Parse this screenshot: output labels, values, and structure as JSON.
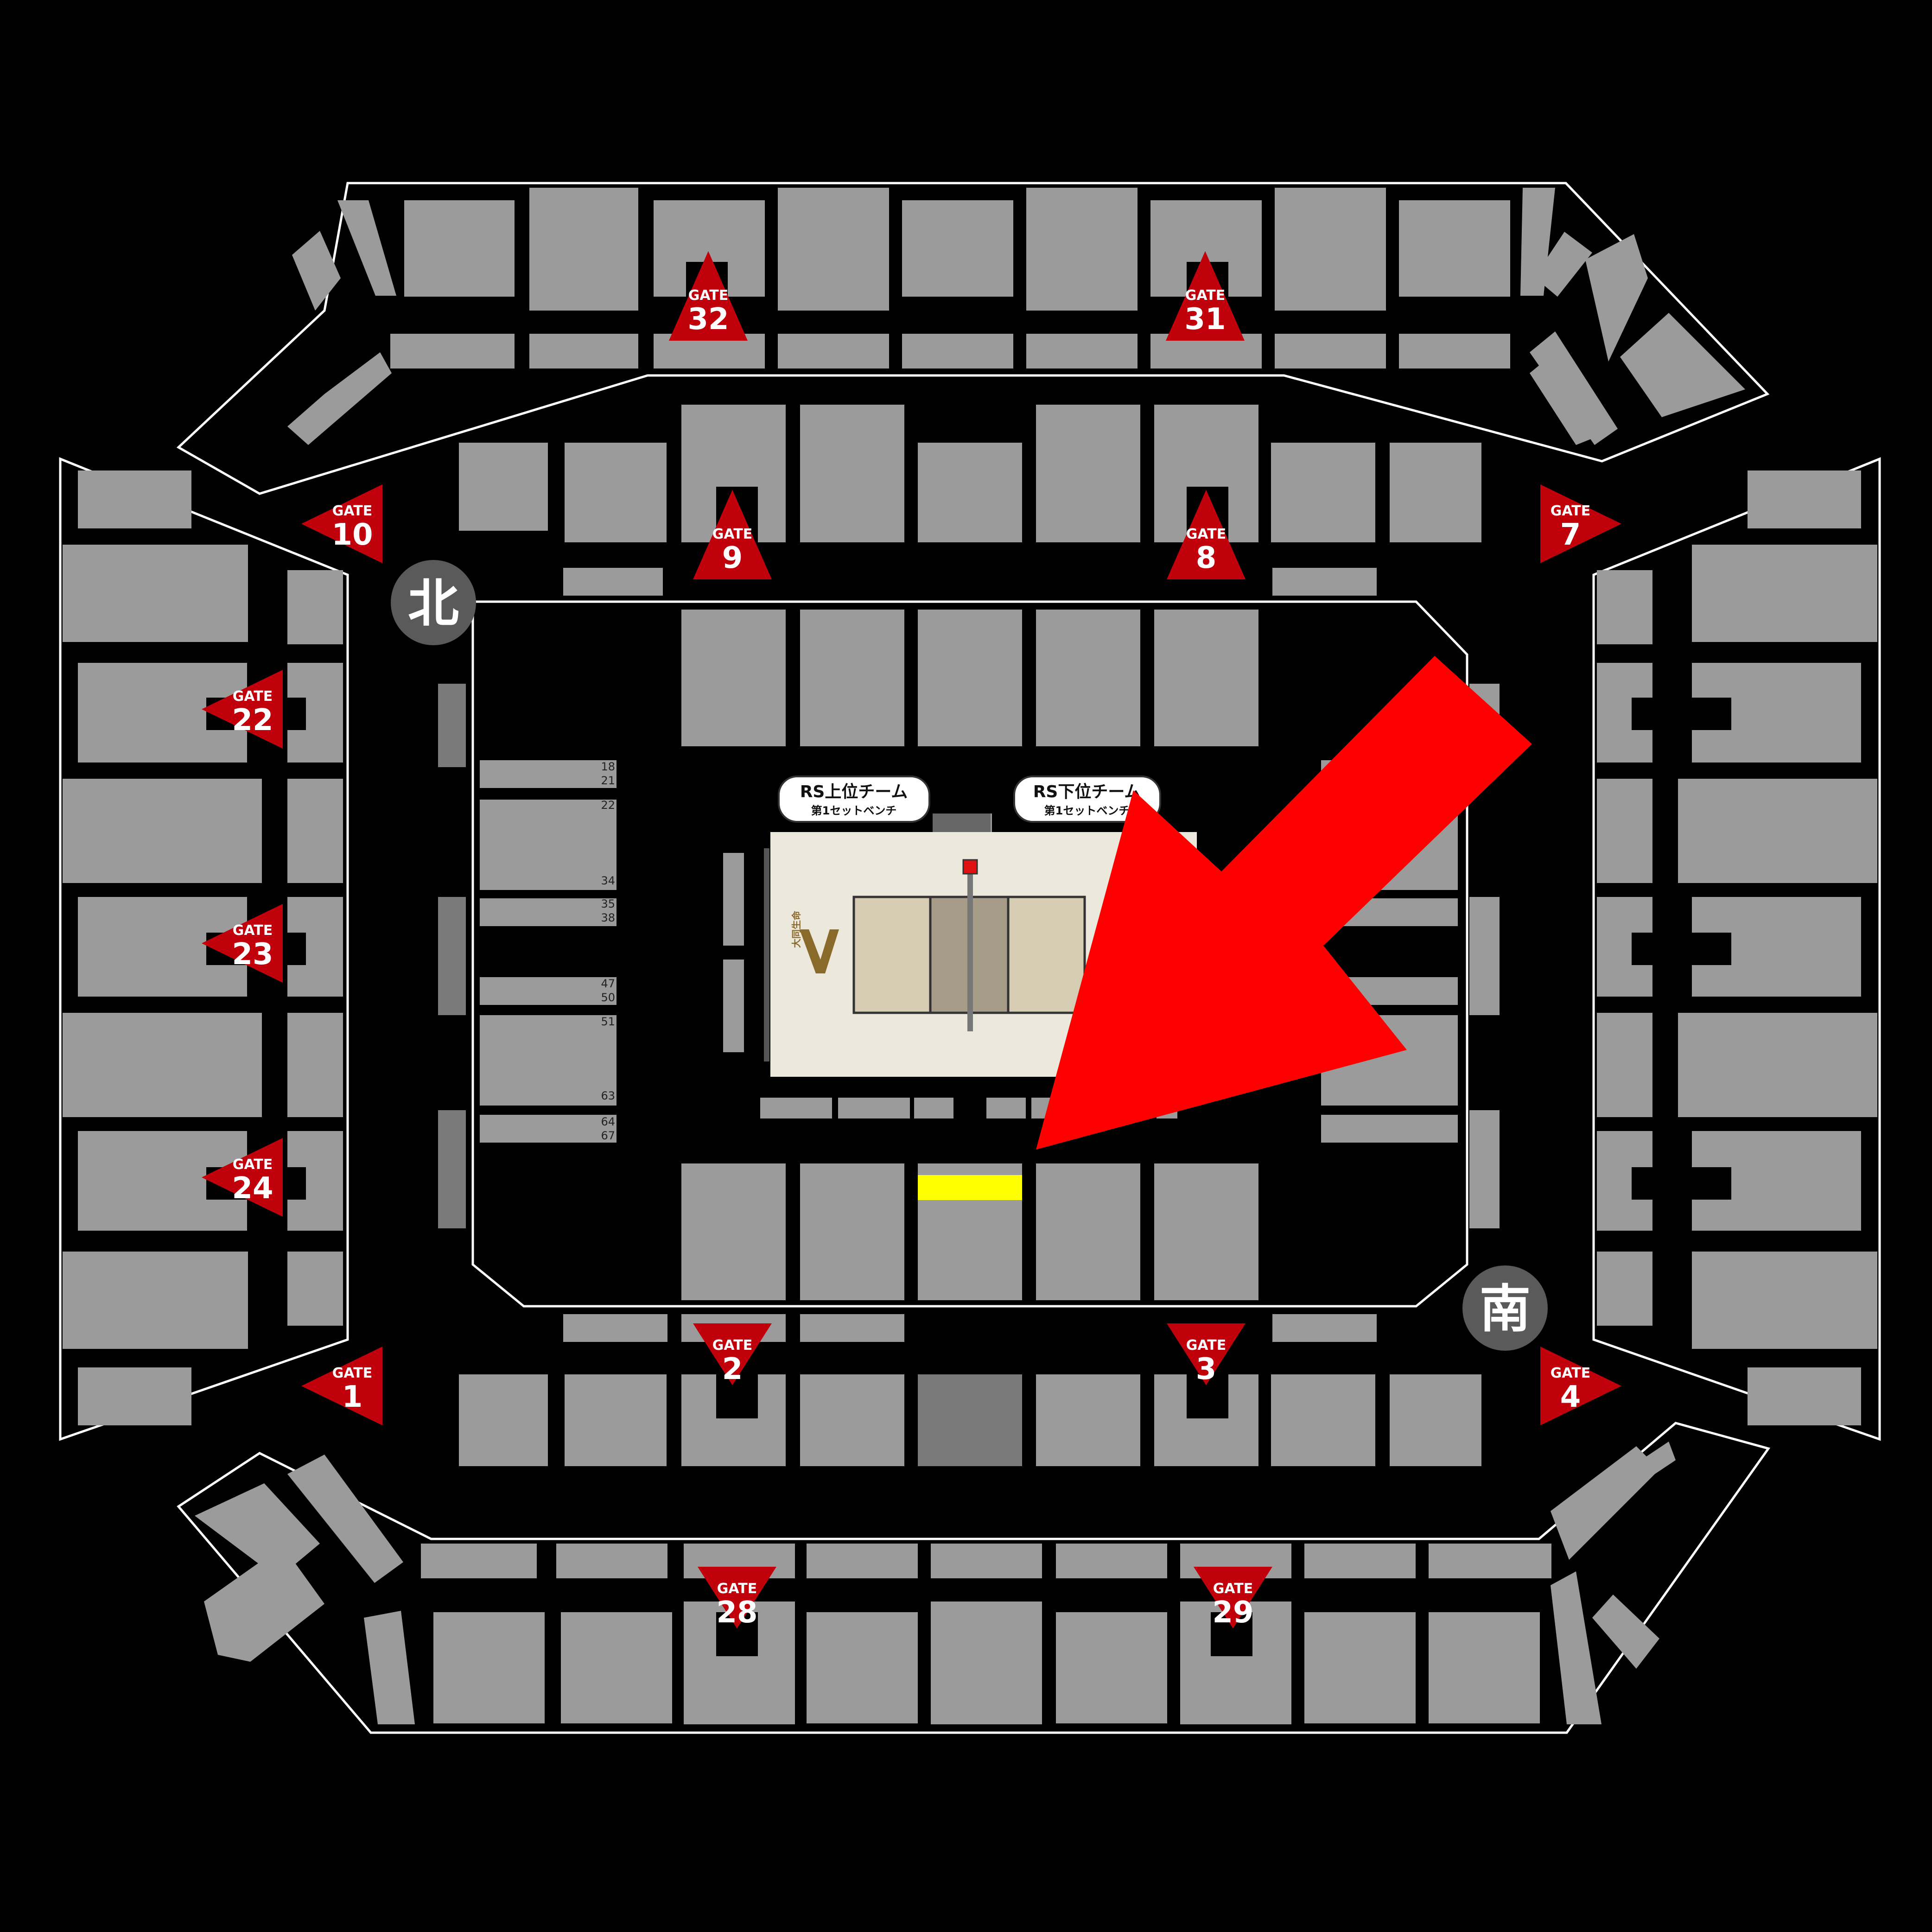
{
  "colors": {
    "background": "#000000",
    "seat_block": "#9b9b9b",
    "seat_block_dark": "#7a7a7a",
    "outline": "#ffffff",
    "gate_marker": "#c0000b",
    "arrow": "#ff0000",
    "highlight": "#ffff00",
    "court_floor": "#ece8dc",
    "court_zone": "#d6ccb4",
    "court_center": "#a79c87",
    "direction_badge": "#5a5a5a"
  },
  "gate_word": "GATE",
  "gates": [
    {
      "num": "32",
      "pointing": "up"
    },
    {
      "num": "31",
      "pointing": "up"
    },
    {
      "num": "10",
      "pointing": "left"
    },
    {
      "num": "9",
      "pointing": "up"
    },
    {
      "num": "8",
      "pointing": "up"
    },
    {
      "num": "7",
      "pointing": "right"
    },
    {
      "num": "22",
      "pointing": "left"
    },
    {
      "num": "23",
      "pointing": "left"
    },
    {
      "num": "24",
      "pointing": "left"
    },
    {
      "num": "1",
      "pointing": "left"
    },
    {
      "num": "2",
      "pointing": "down"
    },
    {
      "num": "3",
      "pointing": "down"
    },
    {
      "num": "4",
      "pointing": "right"
    },
    {
      "num": "28",
      "pointing": "down"
    },
    {
      "num": "29",
      "pointing": "down"
    }
  ],
  "directions": {
    "north": "北",
    "south": "南"
  },
  "benches": {
    "upper": {
      "title": "RS上位チーム",
      "subtitle": "第1セットベンチ"
    },
    "lower": {
      "title": "RS下位チーム",
      "subtitle": "第1セットベンチ"
    }
  },
  "row_labels": [
    "18",
    "21",
    "22",
    "34",
    "35",
    "38",
    "47",
    "50",
    "51",
    "63",
    "64",
    "67"
  ],
  "court_logo": "大同生命",
  "arrow_icon": "red-pointer-arrow",
  "highlight_block": "yellow-highlight-seat-row"
}
